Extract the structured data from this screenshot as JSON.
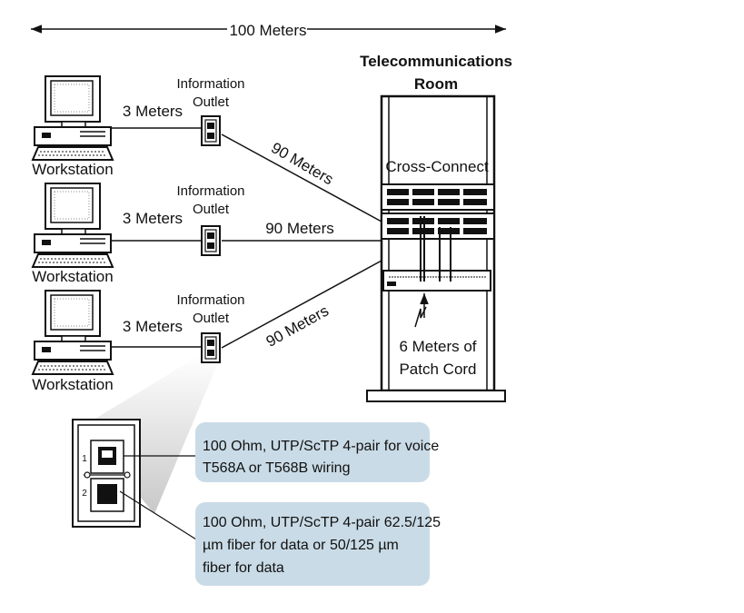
{
  "top_span": {
    "label": "100 Meters"
  },
  "room": {
    "title_line1": "Telecommunications",
    "title_line2": "Room"
  },
  "cross_connect": {
    "label": "Cross-Connect"
  },
  "patch_cord": {
    "line1": "6 Meters of",
    "line2": "Patch Cord"
  },
  "workstations": [
    {
      "label": "Workstation",
      "cable_label": "3 Meters",
      "outlet_line1": "Information",
      "outlet_line2": "Outlet",
      "run_label": "90 Meters"
    },
    {
      "label": "Workstation",
      "cable_label": "3 Meters",
      "outlet_line1": "Information",
      "outlet_line2": "Outlet",
      "run_label": "90 Meters"
    },
    {
      "label": "Workstation",
      "cable_label": "3 Meters",
      "outlet_line1": "Information",
      "outlet_line2": "Outlet",
      "run_label": "90 Meters"
    }
  ],
  "outlet_detail": {
    "port1_number": "1",
    "port2_number": "2"
  },
  "callouts": [
    {
      "line1": "100 Ohm, UTP/ScTP 4-pair for voice",
      "line2": "T568A or T568B wiring",
      "line3": ""
    },
    {
      "line1": "100 Ohm, UTP/ScTP 4-pair 62.5/125",
      "line2": "µm fiber for data or 50/125 µm",
      "line3": "fiber for data"
    }
  ],
  "colors": {
    "callout_fill": "#c9dbe6",
    "ink": "#111111",
    "spotlight": "#d9d9d9"
  }
}
